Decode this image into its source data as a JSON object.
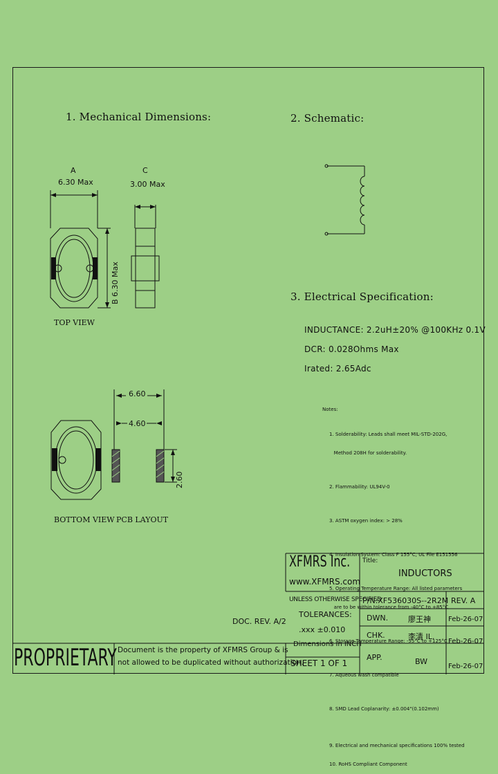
{
  "sections": {
    "mechanical": "1. Mechanical Dimensions:",
    "schematic": "2. Schematic:",
    "electrical": "3. Electrical Specification:"
  },
  "dims": {
    "a_letter": "A",
    "a_value": "6.30 Max",
    "c_letter": "C",
    "c_value": "3.00 Max",
    "b_label": "B 6.30 Max",
    "pcb_660": "6.60",
    "pcb_460": "4.60",
    "pcb_260": "2.60"
  },
  "views": {
    "top": "TOP VIEW",
    "bottom": "BOTTOM VIEW",
    "pcb": "PCB LAYOUT"
  },
  "electrical": {
    "inductance": "INDUCTANCE: 2.2uH±20% @100KHz 0.1V",
    "dcr": "DCR:   0.028Ohms Max",
    "irated": "Irated: 2.65Adc"
  },
  "notes_title": "Notes:",
  "notes": [
    "1. Solderability: Leads shall meet MIL-STD-202G,",
    "   Method 208H for solderability.",
    "2. Flammability: UL94V-0",
    "3. ASTM oxygen index: > 28%",
    "4. Insulation System: Class F 155°C, UL File E151556",
    "5. Operating Temperature Range: All listed parameters",
    "   are to be within tolerance from -40°C to +85°C",
    "6. Storage Temperature Range: -55°C to +125°C",
    "7. Aqueous wash compatible",
    "8. SMD Lead Coplanarity: ±0.004\"(0.102mm)",
    "9. Electrical and mechanical specifications 100% tested",
    "10. RoHS Compliant Component"
  ],
  "title_block": {
    "company": "XFMRS Inc.",
    "website": "www.XFMRS.com",
    "title_label": "Title:",
    "title": "INDUCTORS",
    "unless": "UNLESS OTHERWISE SPECIFIED",
    "tolerances": "TOLERANCES:",
    "tol_value": ".xxx ±0.010",
    "dims_in": "Dimensions in INCH",
    "pn": "P/N:XF536030S--2R2M",
    "rev": "REV. A",
    "dwn_label": "DWN.",
    "dwn_name": "廖王神",
    "dwn_date": "Feb-26-07",
    "chk_label": "CHK.",
    "chk_name": "李清 IL.",
    "chk_date": "Feb-26-07",
    "app_label": "APP.",
    "app_name": "BW",
    "app_date": "Feb-26-07",
    "sheet": "SHEET  1  OF  1",
    "doc_rev": "DOC. REV. A/2",
    "proprietary": "PROPRIETARY",
    "prop_line1": "Document is the property of XFMRS Group & is",
    "prop_line2": "not allowed to be duplicated without authorization."
  }
}
